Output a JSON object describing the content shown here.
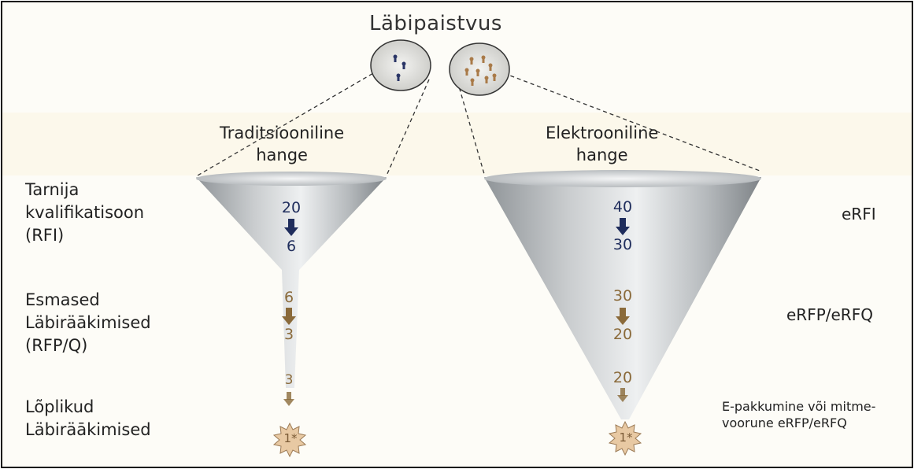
{
  "title": "Läbipaistvus",
  "traditional": {
    "heading_line1": "Traditsiooniline",
    "heading_line2": "hange"
  },
  "electronic": {
    "heading_line1": "Elektrooniline",
    "heading_line2": "hange"
  },
  "stages": {
    "rfi": {
      "line1": "Tarnija",
      "line2": "kvalifikatisoon",
      "line3": "(RFI)"
    },
    "rfp": {
      "line1": "Esmased",
      "line2": "Läbiräākimised",
      "line3": "(RFP/Q)"
    },
    "final": {
      "line1": "Lõplikud",
      "line2": "Läbiräākimised"
    }
  },
  "right_labels": {
    "erfi": "eRFI",
    "erfp": "eRFP/eRFQ",
    "eauction_line1": "E-pakkumine või mitme-",
    "eauction_line2": "voorune eRFP/eRFQ"
  },
  "traditional_numbers": {
    "rfi_from": "20",
    "rfi_to": "6",
    "rfp_from": "6",
    "rfp_to": "3",
    "final_from": "3"
  },
  "electronic_numbers": {
    "rfi_from": "40",
    "rfi_to": "30",
    "rfp_from": "30",
    "rfp_to": "20",
    "final_from": "20"
  },
  "winner_label": "1*",
  "colors": {
    "blue_arrow": "#1f2d5c",
    "brown_arrow": "#8a6a3a",
    "star": "#e8c9a3"
  }
}
